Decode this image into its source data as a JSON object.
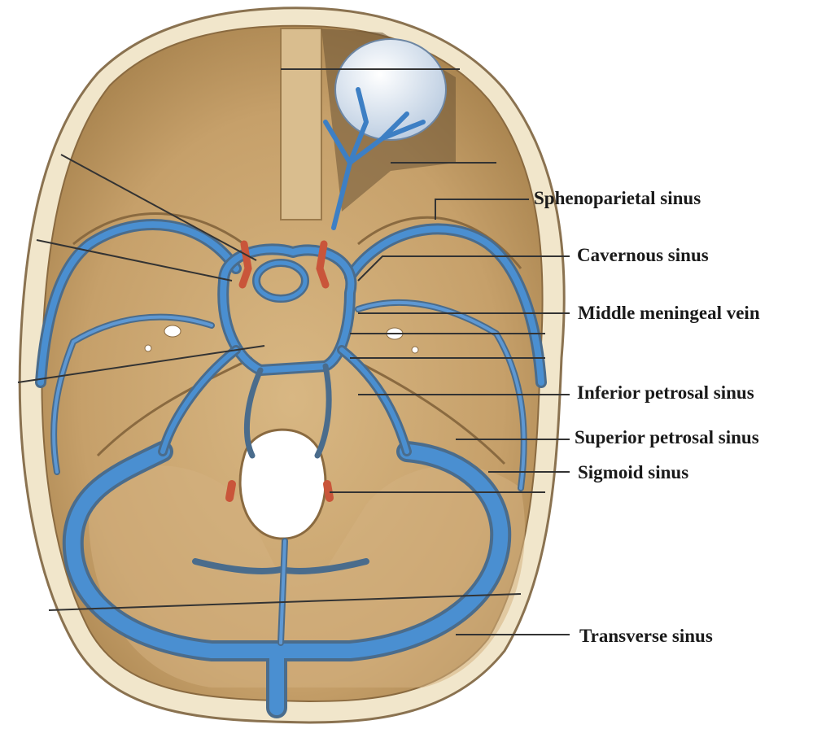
{
  "figure": {
    "labels": {
      "sphenoparietal": "Sphenoparietal sinus",
      "cavernous": "Cavernous sinus",
      "middle_meningeal": "Middle meningeal vein",
      "inferior_petrosal": "Inferior petrosal sinus",
      "superior_petrosal": "Superior petrosal sinus",
      "sigmoid": "Sigmoid sinus",
      "transverse": "Transverse sinus"
    },
    "colors": {
      "bone": "#c9a56f",
      "bone_dark": "#a9844f",
      "skull_rim": "#f3ead2",
      "sinus": "#4a8fd1",
      "sinus_outline": "#4a6c8c",
      "artery": "#c9553a",
      "leader": "#333333"
    }
  }
}
